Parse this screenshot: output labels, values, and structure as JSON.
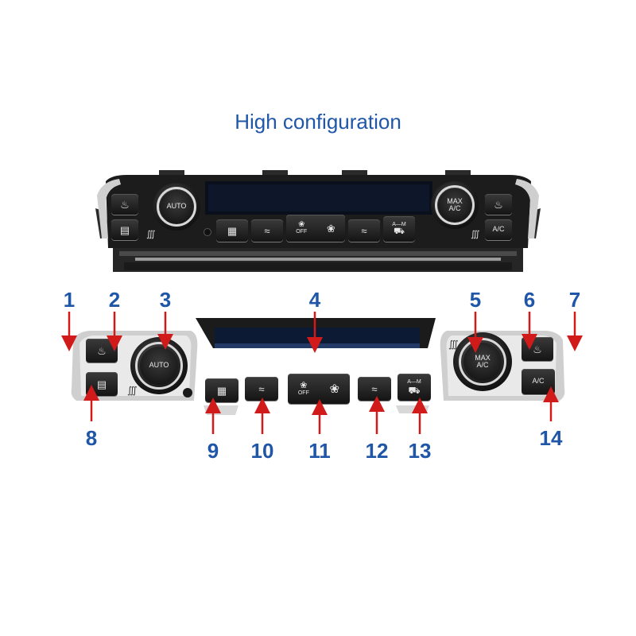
{
  "title": "High configuration",
  "assembled_panel": {
    "left_knob_label": "AUTO",
    "right_knob_label": "MAX\nA/C",
    "ac_label": "A/C",
    "off_label": "OFF",
    "am_label": "A—M"
  },
  "exploded_panel": {
    "left_knob_label": "AUTO",
    "right_knob_label": "MAX\nA/C",
    "ac_label": "A/C",
    "off_label": "OFF",
    "am_label": "A—M"
  },
  "callouts": [
    "1",
    "2",
    "3",
    "4",
    "5",
    "6",
    "7",
    "8",
    "9",
    "10",
    "11",
    "12",
    "13",
    "14"
  ],
  "colors": {
    "title": "#1f56a8",
    "callout_number": "#1f56a8",
    "arrow": "#d11a1a",
    "trim": "#c8c8c8",
    "body": "#1c1c1c"
  },
  "icons": [
    "seat-heat-icon",
    "rear-defrost-icon",
    "front-defrost-icon",
    "recirculation-icon",
    "fan-icon",
    "airflow-icon",
    "auto-recirc-icon"
  ]
}
